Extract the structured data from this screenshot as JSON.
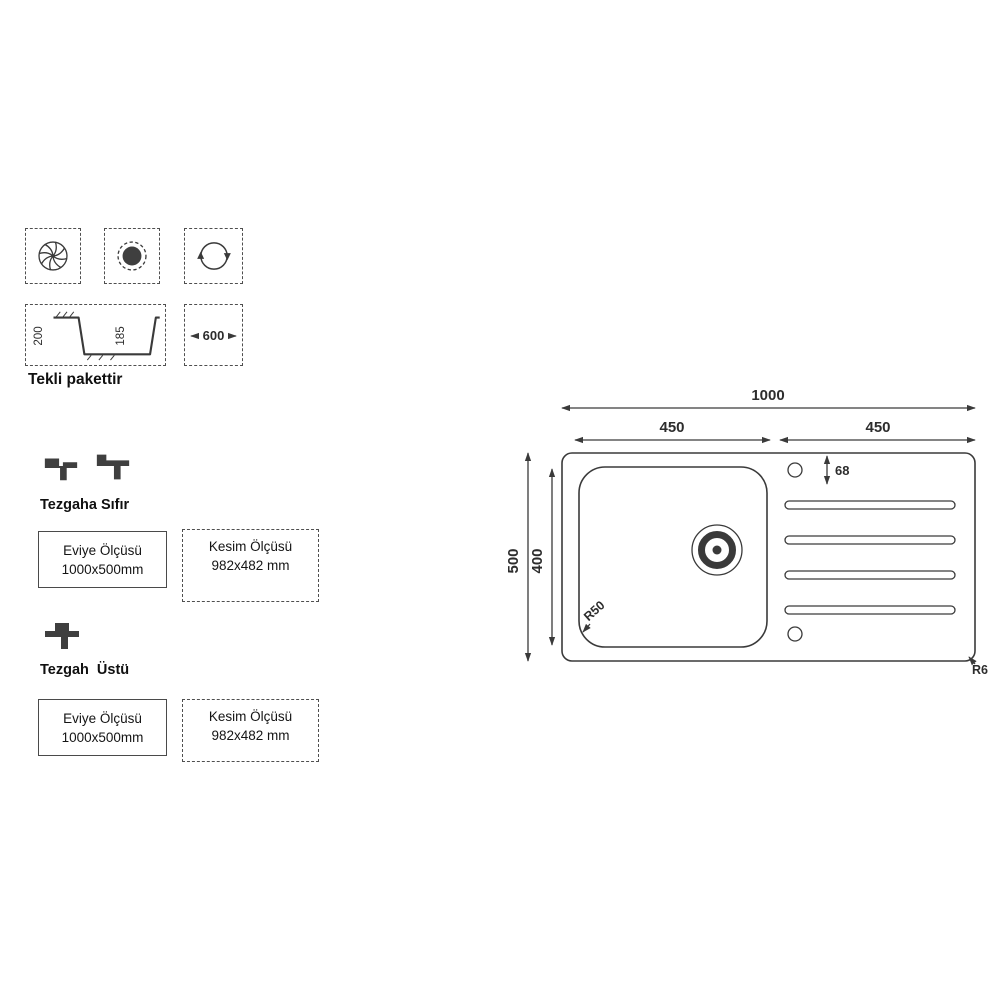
{
  "package_note": "Tekli pakettir",
  "top_icons": {
    "swirl": "drain-swirl",
    "hole": "drain-hole",
    "rotate": "reversible-rotation"
  },
  "section_profile": {
    "height": "200",
    "depth": "185",
    "width": "600"
  },
  "mounts": [
    {
      "label": "Tezgaha Sıfır",
      "eviye_title": "Eviye Ölçüsü",
      "eviye_value": "1000x500mm",
      "kesim_title": "Kesim Ölçüsü",
      "kesim_value": "982x482 mm"
    },
    {
      "label": "Tezgah  Üstü",
      "eviye_title": "Eviye Ölçüsü",
      "eviye_value": "1000x500mm",
      "kesim_title": "Kesim Ölçüsü",
      "kesim_value": "982x482 mm"
    }
  ],
  "drawing": {
    "overall_width": "1000",
    "left_width": "450",
    "right_width": "450",
    "overall_depth": "500",
    "bowl_depth": "400",
    "tap_offset": "68",
    "bowl_corner_radius": "R50",
    "outer_corner_radius": "R6"
  },
  "colors": {
    "ink": "#3a3a3a",
    "fill": "#3f3f3f"
  }
}
